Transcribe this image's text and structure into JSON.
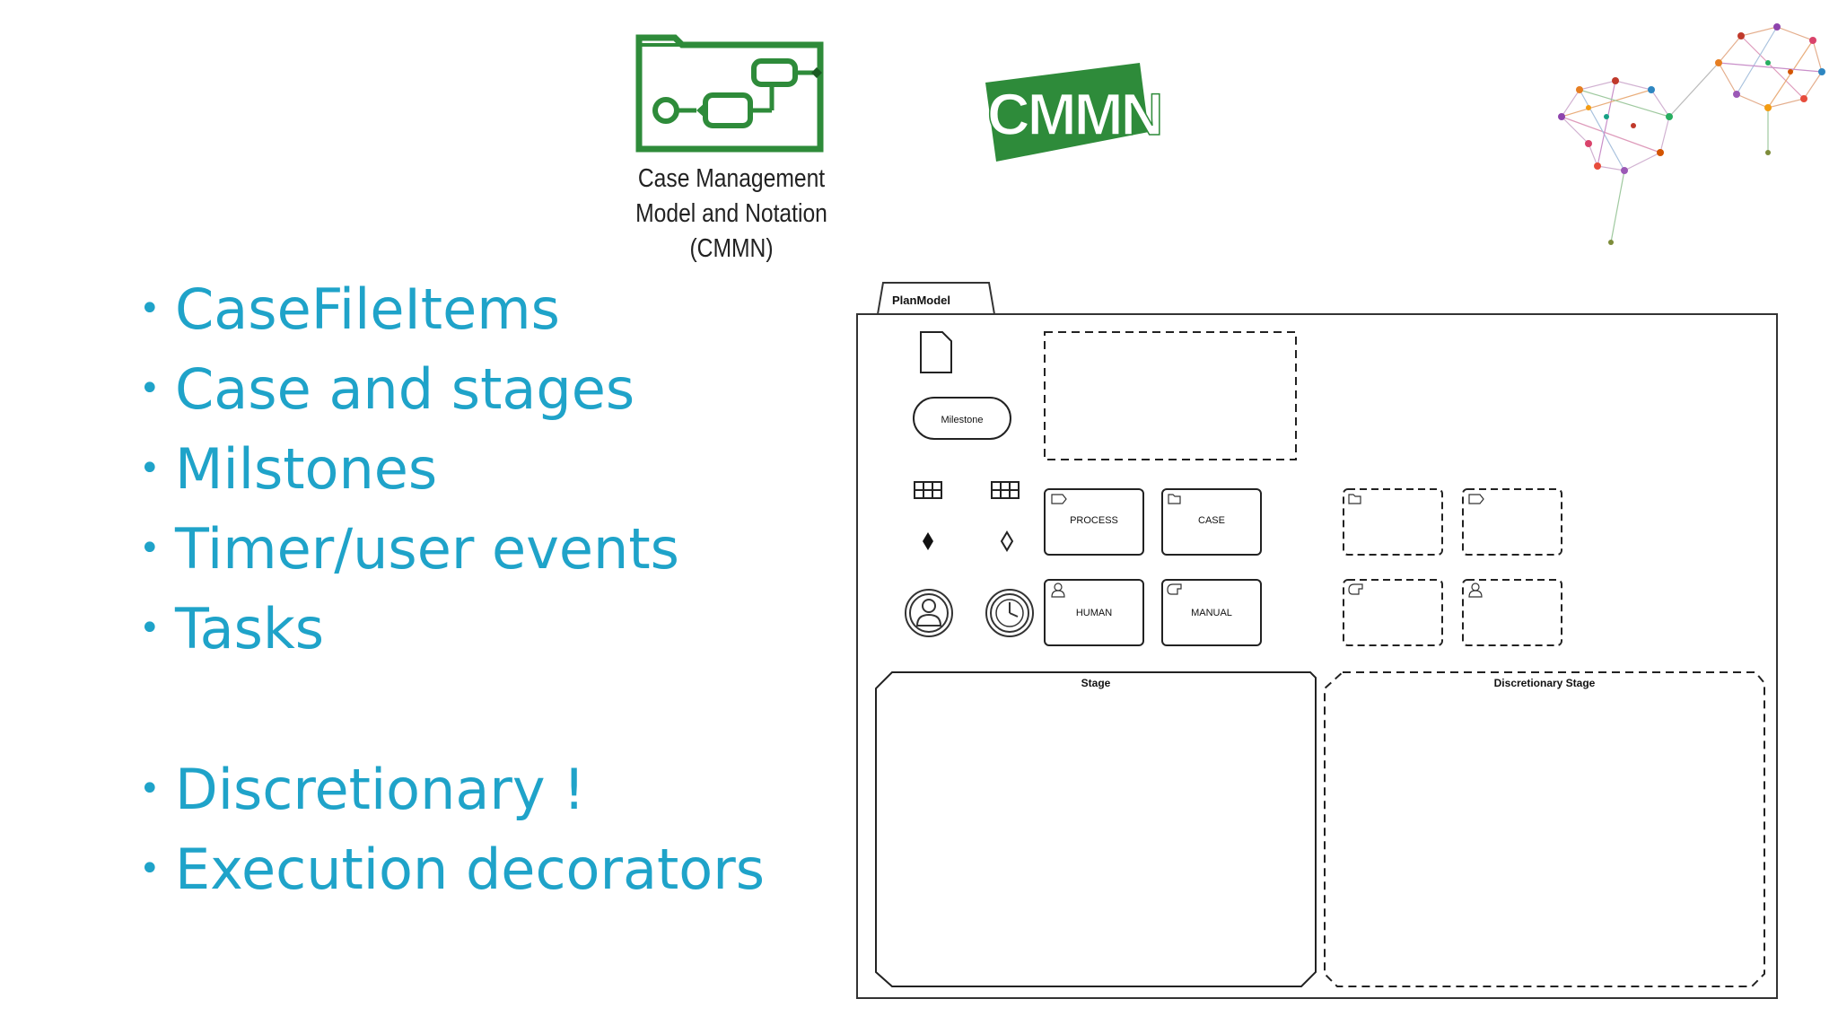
{
  "bullets": {
    "dot": "•",
    "items": [
      "CaseFileItems",
      "Case and stages",
      "Milstones",
      "Timer/user events",
      "Tasks"
    ],
    "extra": [
      "Discretionary !",
      "Execution decorators"
    ]
  },
  "logo": {
    "caption_lines": [
      "Case Management",
      "Model and Notation",
      "(CMMN)"
    ],
    "cmmn_text": "CMMN",
    "color": "#2e8b3a"
  },
  "diagram": {
    "plan_model_label": "PlanModel",
    "milestone_label": "Milestone",
    "tasks": [
      "PROCESS",
      "CASE",
      "HUMAN",
      "MANUAL"
    ],
    "stage_label": "Stage",
    "discretionary_stage_label": "Discretionary Stage"
  },
  "colors": {
    "accent": "#1fa3c9",
    "logo_green": "#2e8b3a"
  }
}
